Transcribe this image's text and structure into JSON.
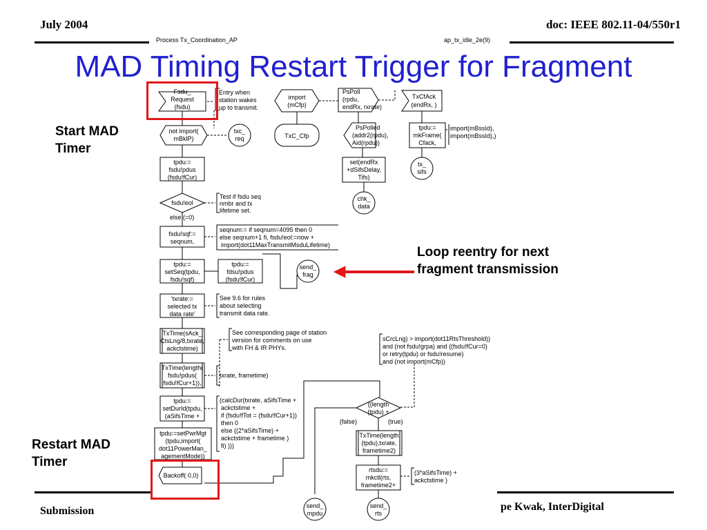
{
  "header": {
    "date": "July 2004",
    "doc": "doc: IEEE 802.11-04/550r1",
    "process_label": "Process Tx_Coordination_AP",
    "page_label": "ap_tx_idle_2e(9)"
  },
  "title": "MAD Timing Restart Trigger for Fragment",
  "annotations": {
    "start": [
      "Start MAD",
      "Timer"
    ],
    "loop": [
      "Loop reentry for next",
      "fragment transmission"
    ],
    "restart": [
      "Restart MAD",
      "Timer"
    ]
  },
  "footer": {
    "submission": "Submission",
    "author": "pe Kwak, InterDigital"
  },
  "diagram": {
    "fsdu_request": [
      "Fsdu_",
      "Request",
      "(fsdu)"
    ],
    "entry_comment": [
      "Entry when",
      "station wakes",
      "up to transmit."
    ],
    "import_mcfp": [
      "import",
      "(mCfp)"
    ],
    "pspoll": [
      "PsPoll",
      "(rpdu,",
      "endRx, rxrate)"
    ],
    "txcfack": [
      "TxCfAck",
      "(endRx, )"
    ],
    "not_import": [
      "not import(",
      "mBklP)"
    ],
    "txc_req": [
      "txc_",
      "req"
    ],
    "txc_cfp": "TxC_Cfp",
    "pspolled": [
      "PsPolled",
      "(addr2(rpdu),",
      "Aid(rpdu))"
    ],
    "mkframe": [
      "tpdu:=",
      "mkFrame(",
      "Cfack,"
    ],
    "import_bssid": [
      "import(mBssId),",
      "import(mBssId),)"
    ],
    "set_endrx": [
      "set(endRx",
      "+dSifsDelay,",
      "Tifs)"
    ],
    "tx_sifs": [
      "tx_",
      "sifs"
    ],
    "chk_data": [
      "chk_",
      "data"
    ],
    "tpdu_fsdu": [
      "tpdu:=",
      "fsdu!pdus",
      "(fsdu!fCur)"
    ],
    "fsdu_eol": "fsdu!eol",
    "else_label": "else   (=0)",
    "test_comment": [
      "Test if fsdu seq",
      "nmbr and tx",
      "lifetime set."
    ],
    "fsdu_sqf": [
      "fsdu!sqf:=",
      "seqnum,"
    ],
    "seqnum_comment": [
      "seqnum:= if seqnum=4095 then 0",
      "else seqnum+1 fi, fsdu!eol:=now +",
      "import(dot11MaxTransmitMsduLifetime)"
    ],
    "setseq": [
      "tpdu:=",
      "setSeq(tpdu,",
      "fsdu!sqf)"
    ],
    "tpdu_fsdu2": [
      "tpdu:=",
      "fdsu!pdus",
      "(fsdu!fCur)"
    ],
    "send_frag": [
      "send_",
      "frag"
    ],
    "txrate": [
      "'txrate:=",
      "selected tx",
      "data rate'"
    ],
    "see96": [
      "See 9.6 for rules",
      "about selecting",
      "transmit data rate."
    ],
    "txtime1": [
      "TxTime(sAck_",
      "CtsLng/8,txrate,",
      "ackctstime)"
    ],
    "see_station": [
      "See corresponding page of station",
      "version for comments on use",
      "with FH & IR  PHYs."
    ],
    "txtime2": [
      "TxTime(length(",
      "fsdu!pdus(",
      "fsdu!fCur+1)),"
    ],
    "txrate_frametime": "txrate, frametime)",
    "setdurid": [
      "tpdu:=",
      "setDurId(tpdu,",
      "(aSifsTime +"
    ],
    "calcdur": [
      "(calcDur(txrate, aSifsTime +",
      "ackctstime +",
      "if (fsdu!fTot = (fsdu!fCur+1))",
      "then 0",
      "else ((2*aSifsTime) +",
      "ackctstime + frametime )",
      "fi) )))"
    ],
    "setpwrmgt": [
      "tpdu:=setPwrMgt",
      "(tpdu,import(",
      "dot11PowerMan_",
      "agementMode))"
    ],
    "backoff": "Backoff( 0,0)",
    "rts_comment": [
      "sCrcLng) > import(dot11RtsThreshold))",
      "and (not fsdu!grpa) and ((fsdu!fCur=0)",
      "or retry(tpdu) or fsdu!resume)",
      "and (not import(mCfp))"
    ],
    "length_decision": [
      "((length",
      "(tpdu) +"
    ],
    "false_label": "(false)",
    "true_label": "(true)",
    "txtime3": [
      "TxTime(length",
      "(tpdu),txrate,",
      "frametime2)"
    ],
    "rtsdu": [
      "rtsdu:=",
      "mkctl(rts,",
      "frametime2+"
    ],
    "aifs_comment": [
      "(3*aSifsTime) +",
      "ackctstime )"
    ],
    "send_mpdu": [
      "send_",
      "mpdu"
    ],
    "send_rts": [
      "send_",
      "rts"
    ]
  },
  "colors": {
    "title": "#2020d0",
    "highlight": "#e01818"
  }
}
